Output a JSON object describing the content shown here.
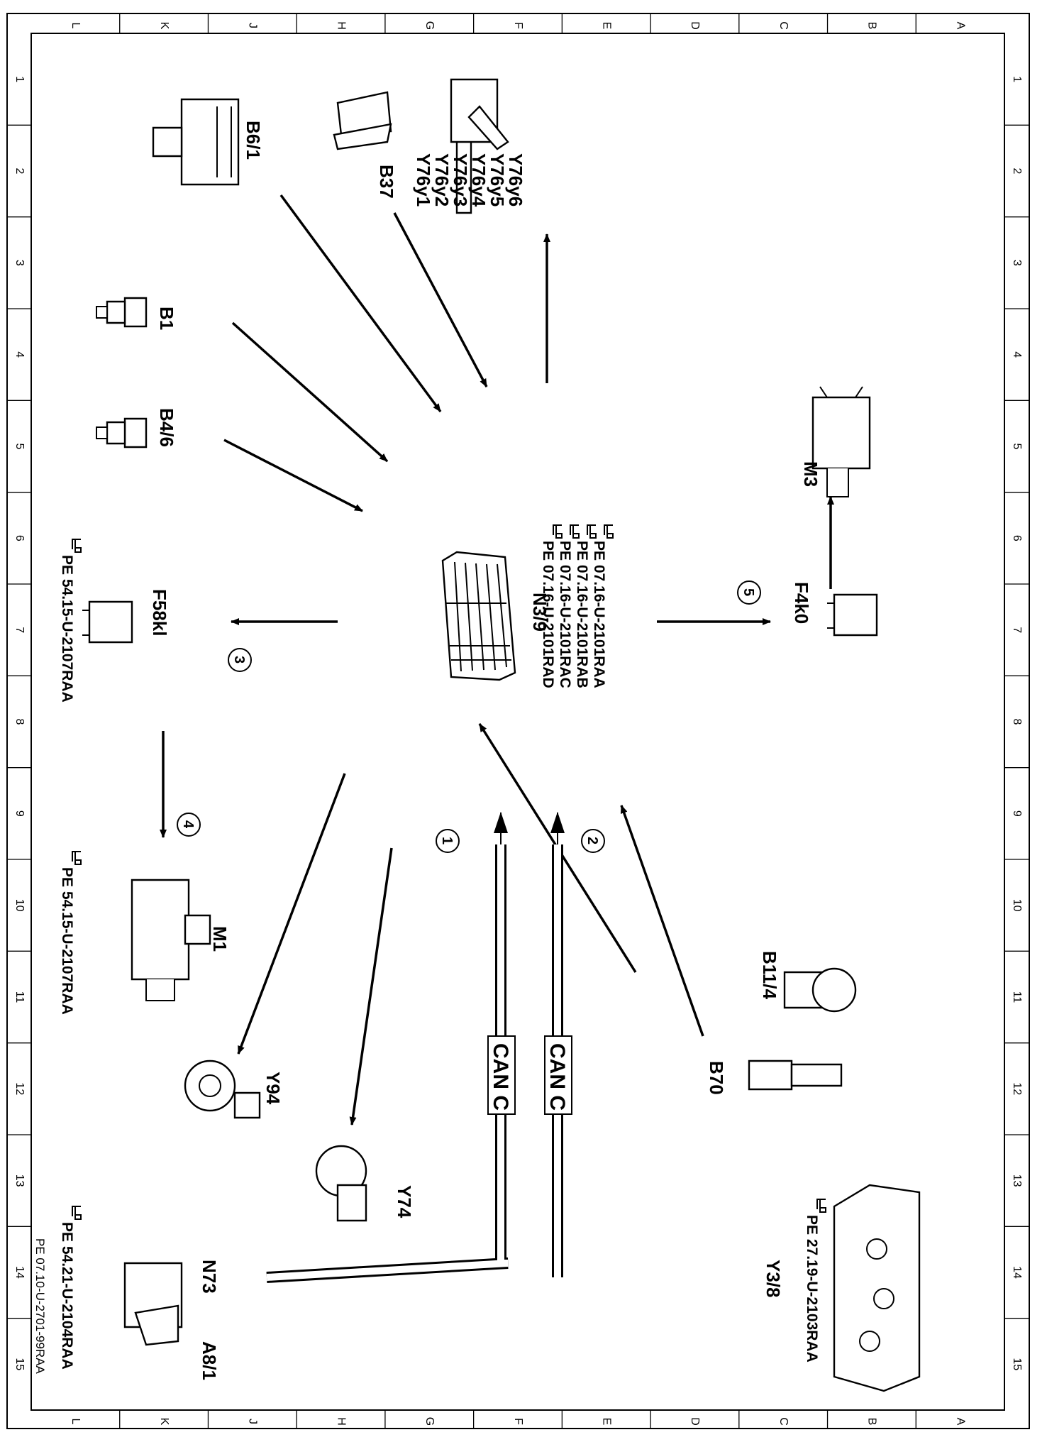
{
  "grid": {
    "columns": [
      "L",
      "K",
      "J",
      "H",
      "G",
      "F",
      "E",
      "D",
      "C",
      "B",
      "A"
    ],
    "rows": [
      "1",
      "2",
      "3",
      "4",
      "5",
      "6",
      "7",
      "8",
      "9",
      "10",
      "11",
      "12",
      "13",
      "14",
      "15"
    ]
  },
  "components": {
    "b6_1": "B6/1",
    "b37": "B37",
    "y76": [
      "Y76y1",
      "Y76y2",
      "Y76y3",
      "Y76y4",
      "Y76y5",
      "Y76y6"
    ],
    "b1": "B1",
    "b4_6": "B4/6",
    "m3": "M3",
    "f58kl": "F58kl",
    "n3_9": "N3/9",
    "f4k0": "F4k0",
    "m1": "M1",
    "b11_4": "B11/4",
    "y94": "Y94",
    "b70": "B70",
    "y74": "Y74",
    "n73": "N73",
    "a8_1": "A8/1",
    "y3_8": "Y3/8"
  },
  "references": {
    "n3_9": [
      "PE  07.16-U-2101RAA",
      "PE  07.16-U-2101RAB",
      "PE  07.16-U-2101RAC",
      "PE  07.16-U-2101RAD"
    ],
    "f58kl": "PE  54.15-U-2107RAA",
    "m1": "PE  54.15-U-2107RAA",
    "n73": "PE  54.21-U-2104RAA",
    "y3_8": "PE  27.19-U-2103RAA"
  },
  "callouts": [
    "1",
    "2",
    "3",
    "4",
    "5"
  ],
  "bus_label": "CAN C",
  "footer_code": "PE 07.10-U-2701-99RAA",
  "icons": {
    "reference": "pointing-hand-icon"
  }
}
